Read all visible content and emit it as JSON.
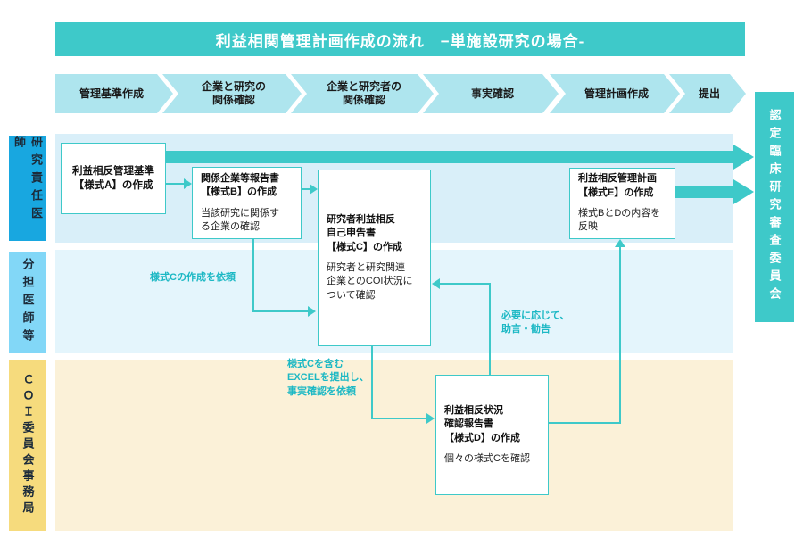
{
  "title": "利益相関管理計画作成の流れ　−単施設研究の場合-",
  "process_steps": [
    "管理基準作成",
    "企業と研究の\n関係確認",
    "企業と研究者の\n関係確認",
    "事実確認",
    "管理計画作成",
    "提出"
  ],
  "lanes": [
    "研究責任医師",
    "分担医師等",
    "ＣＯＩ委員会事務局"
  ],
  "committee_label": "認定臨床研究審査委員会",
  "boxes": {
    "a": {
      "title": "利益相反管理基準\n【様式A】の作成",
      "body": ""
    },
    "b": {
      "title": "関係企業等報告書\n【様式B】の作成",
      "body": "当該研究に関係す\nる企業の確認"
    },
    "c": {
      "title": "研究者利益相反\n自己申告書\n【様式C】の作成",
      "body": "研究者と研究関連\n企業とのCOI状況に\nついて確認"
    },
    "d": {
      "title": "利益相反状況\n確認報告書\n【様式D】の作成",
      "body": "個々の様式Cを確認"
    },
    "e": {
      "title": "利益相反管理計画\n【様式E】の作成",
      "body": "様式BとDの内容を\n反映"
    }
  },
  "annotations": {
    "request_form_c": "様式Cの作成を依頼",
    "submit_excel": "様式Cを含む\nEXCELを提出し、\n事実確認を依頼",
    "advice": "必要に応じて、\n助言・勧告"
  },
  "colors": {
    "teal_accent": "#3ec9c9",
    "chevron_fill": "#aee5ee",
    "band_pi": "#d9eff9",
    "band_co": "#e4f5fc",
    "band_coi": "#fbf1d8",
    "lane_pi": "#18a7e0",
    "lane_co": "#82d7f7",
    "lane_coi": "#f6db7d",
    "annotation_text": "#1cb8c4"
  }
}
